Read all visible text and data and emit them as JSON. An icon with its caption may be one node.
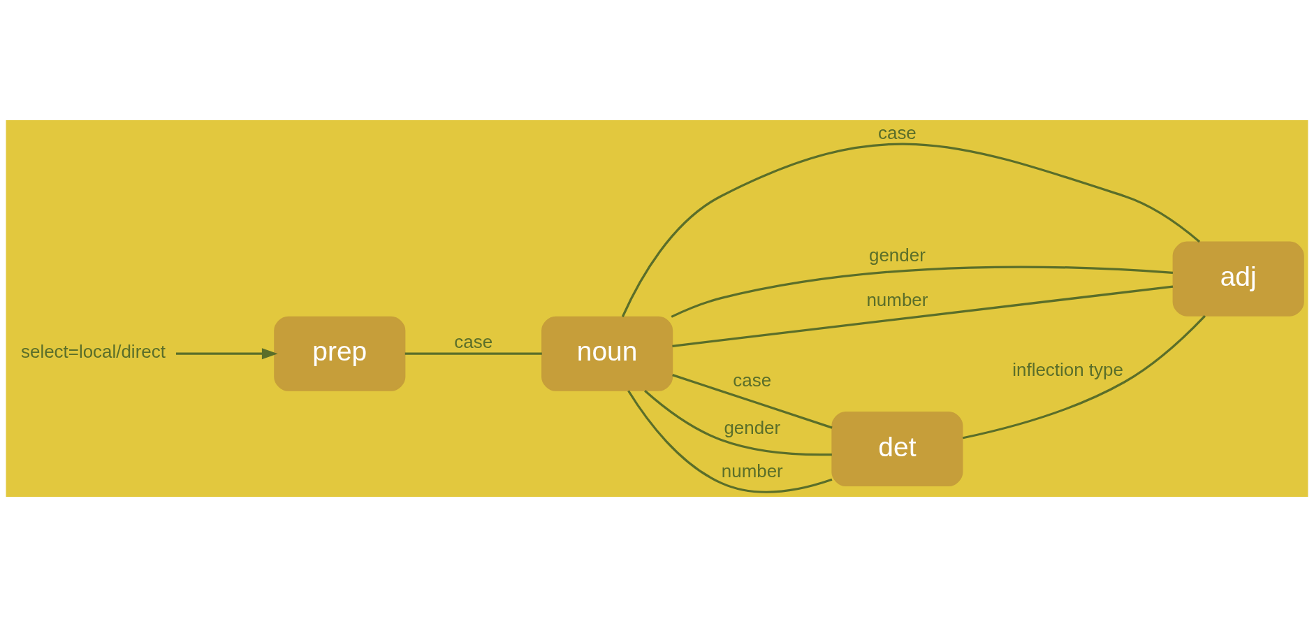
{
  "diagram": {
    "nodes": [
      {
        "text": [
          "noun"
        ]
      },
      {
        "text": [
          "adj"
        ]
      },
      {
        "text": [
          "det"
        ]
      },
      {
        "text": [
          "prep"
        ]
      },
      {
        "text": [
          "select=local/direct"
        ]
      }
    ],
    "edges": [
      {
        "from": 0,
        "to": 1,
        "arrow": "none",
        "label": "case"
      },
      {
        "from": 0,
        "to": 1,
        "arrow": "none",
        "label": "gender"
      },
      {
        "from": 0,
        "to": 1,
        "arrow": "none",
        "label": "number"
      },
      {
        "from": 0,
        "to": 2,
        "arrow": "none",
        "label": "case"
      },
      {
        "from": 0,
        "to": 2,
        "arrow": "none",
        "label": "gender"
      },
      {
        "from": 0,
        "to": 2,
        "arrow": "none",
        "label": "number"
      },
      {
        "from": 2,
        "to": 1,
        "arrow": "none",
        "label": "inflection type"
      },
      {
        "from": 3,
        "to": 0,
        "arrow": "none",
        "label": "case"
      },
      {
        "from": 4,
        "to": 3,
        "arrow": "to"
      }
    ]
  }
}
